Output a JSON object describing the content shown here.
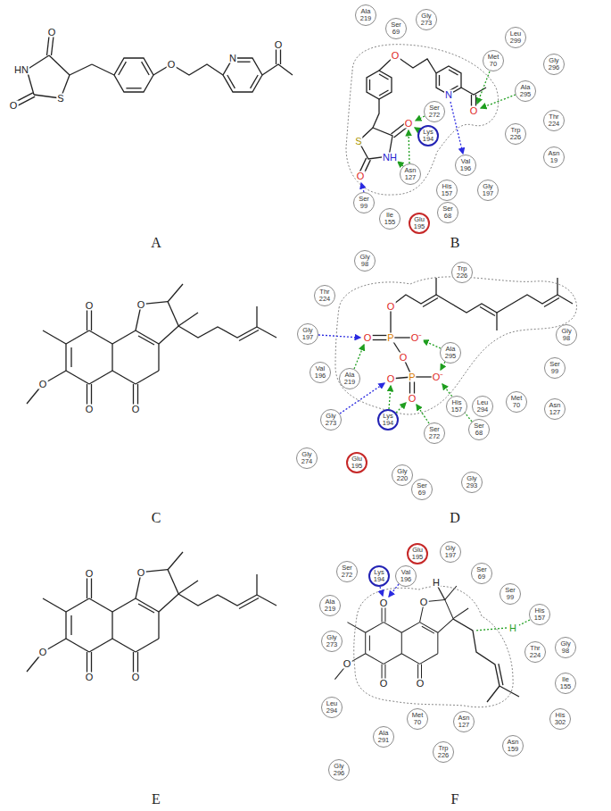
{
  "diagram": {
    "nodes": [
      {
        "text": [
          "Ala 219"
        ]
      },
      {
        "text": [
          "Gly 273"
        ]
      },
      {
        "text": [
          "Ser 69"
        ]
      },
      {
        "text": [
          "Leu 299"
        ]
      },
      {
        "text": [
          "Met 70"
        ]
      },
      {
        "text": [
          "Gly 296"
        ]
      },
      {
        "text": [
          "Ala 295"
        ]
      },
      {
        "text": [
          "Ser 272"
        ]
      },
      {
        "text": [
          "Thr 224"
        ]
      },
      {
        "text": [
          "Lys 194"
        ]
      },
      {
        "text": [
          "Trp 226"
        ]
      },
      {
        "text": [
          "Asn 19"
        ]
      },
      {
        "text": [
          "Val 196"
        ]
      },
      {
        "text": [
          "Asn 127"
        ]
      },
      {
        "text": [
          "His 157"
        ]
      },
      {
        "text": [
          "Gly 197"
        ]
      },
      {
        "text": [
          "Ser 99"
        ]
      },
      {
        "text": [
          "Ser 68"
        ]
      },
      {
        "text": [
          "Ile 155"
        ]
      },
      {
        "text": [
          "Glu 195"
        ]
      },
      {
        "text": [
          "Gly 98"
        ]
      },
      {
        "text": [
          "Trp 226"
        ]
      },
      {
        "text": [
          "Thr 224"
        ]
      },
      {
        "text": [
          "Gly 197"
        ]
      },
      {
        "text": [
          "Gly 98"
        ]
      },
      {
        "text": [
          "Ala 295"
        ]
      },
      {
        "text": [
          "Ser 99"
        ]
      },
      {
        "text": [
          "Val 196"
        ]
      },
      {
        "text": [
          "Ala 219"
        ]
      },
      {
        "text": [
          "Leu 294"
        ]
      },
      {
        "text": [
          "His 157"
        ]
      },
      {
        "text": [
          "Met 70"
        ]
      },
      {
        "text": [
          "Asn 127"
        ]
      },
      {
        "text": [
          "Gly 273"
        ]
      },
      {
        "text": [
          "Lys 194"
        ]
      },
      {
        "text": [
          "Ser 68"
        ]
      },
      {
        "text": [
          "Ser 272"
        ]
      },
      {
        "text": [
          "Gly 274"
        ]
      },
      {
        "text": [
          "Glu 195"
        ]
      },
      {
        "text": [
          "Gly 220"
        ]
      },
      {
        "text": [
          "Gly 293"
        ]
      },
      {
        "text": [
          "Ser 69"
        ]
      },
      {
        "text": [
          "Gly 197"
        ]
      },
      {
        "text": [
          "Glu 195"
        ]
      },
      {
        "text": [
          "Ser 272"
        ]
      },
      {
        "text": [
          "Ser 69"
        ]
      },
      {
        "text": [
          "Lys 194"
        ]
      },
      {
        "text": [
          "Val 196"
        ]
      },
      {
        "text": [
          "Ser 99"
        ]
      },
      {
        "text": [
          "Ala 219"
        ]
      },
      {
        "text": [
          "His 157"
        ]
      },
      {
        "text": [
          "Gly 273"
        ]
      },
      {
        "text": [
          "Gly 98"
        ]
      },
      {
        "text": [
          "Thr 224"
        ]
      },
      {
        "text": [
          "Ile 155"
        ]
      },
      {
        "text": [
          "Leu 294"
        ]
      },
      {
        "text": [
          "His 302"
        ]
      },
      {
        "text": [
          "Met 70"
        ]
      },
      {
        "text": [
          "Asn 127"
        ]
      },
      {
        "text": [
          "Ala 291"
        ]
      },
      {
        "text": [
          "Asn 159"
        ]
      },
      {
        "text": [
          "Trp 226"
        ]
      },
      {
        "text": [
          "Gly 296"
        ]
      }
    ],
    "labels": [
      "O",
      "HN",
      "S",
      "O",
      "O",
      "N",
      "O",
      "A",
      "O",
      "N",
      "O",
      "O",
      "S",
      "NH",
      "O",
      "B",
      "O",
      "O",
      "O",
      "O",
      "O",
      "C",
      "O",
      "O",
      "P",
      "O⁻",
      "O",
      "O",
      "P",
      "O⁻",
      "O",
      "D",
      "O",
      "O",
      "O",
      "O",
      "O",
      "E",
      "H",
      "O",
      "O",
      "H",
      "O",
      "O",
      "O",
      "F"
    ]
  }
}
